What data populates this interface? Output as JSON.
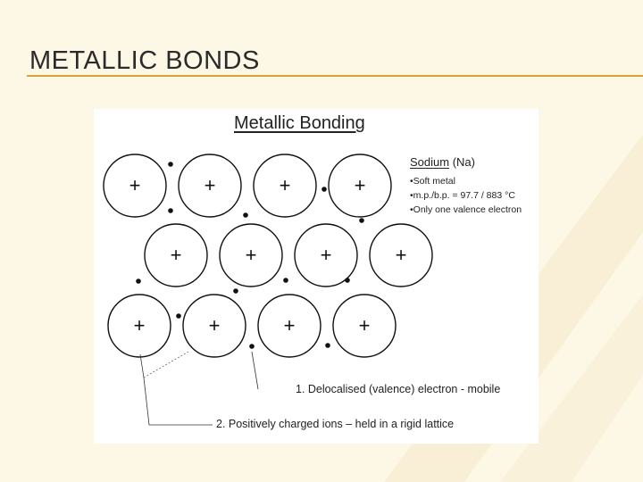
{
  "slide": {
    "title": "METALLIC BONDS",
    "accent_color": "#d8a335",
    "background_color": "#fdf7e6"
  },
  "figure": {
    "title": "Metallic Bonding",
    "info": {
      "element_name": "Sodium",
      "element_symbol": " (Na)",
      "bullets": [
        "•Soft metal",
        "•m.p./b.p. = 97.7 / 883 °C",
        "•Only one valence electron"
      ]
    },
    "ion_symbol": "+",
    "lattice_rows": [
      4,
      4,
      4
    ],
    "captions": {
      "electron": "1. Delocalised (valence) electron - mobile",
      "ion": "2. Positively charged ions – held in a rigid lattice"
    }
  }
}
